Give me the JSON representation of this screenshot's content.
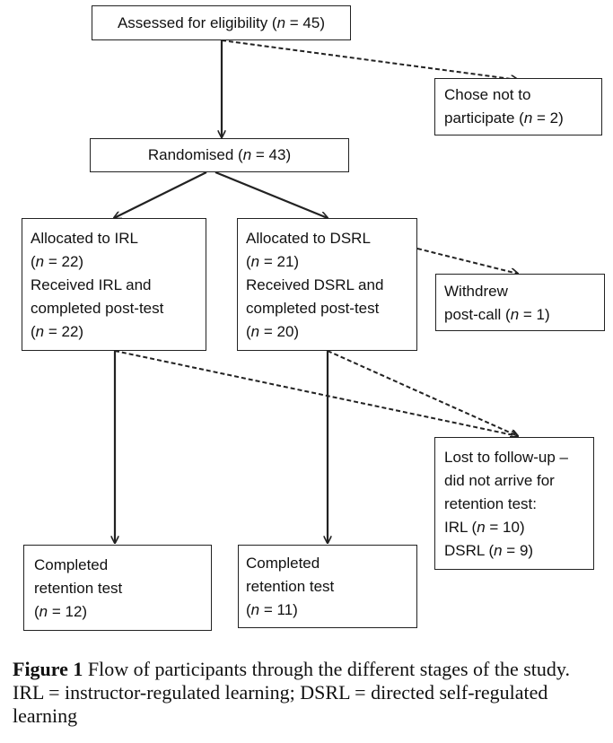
{
  "boxes": {
    "assessed": {
      "pre": "Assessed for eligibility (",
      "n": "n",
      "post": " = 45)"
    },
    "chose_not": {
      "line1": "Chose not to",
      "line2_pre": "participate (",
      "n": "n",
      "line2_post": " = 2)"
    },
    "randomised": {
      "pre": "Randomised (",
      "n": "n",
      "post": " = 43)"
    },
    "irl": {
      "line1": "Allocated to IRL",
      "line2_pre": "(",
      "line2_n": "n",
      "line2_post": " = 22)",
      "line3": "Received IRL and",
      "line4": "completed post-test",
      "line5_pre": "(",
      "line5_n": "n",
      "line5_post": " = 22)"
    },
    "dsrl": {
      "line1": "Allocated to DSRL",
      "line2_pre": "(",
      "line2_n": "n",
      "line2_post": " = 21)",
      "line3": "Received DSRL and",
      "line4": "completed post-test",
      "line5_pre": "(",
      "line5_n": "n",
      "line5_post": " = 20)"
    },
    "withdrew": {
      "line1": "Withdrew",
      "line2_pre": "post-call (",
      "n": "n",
      "line2_post": " = 1)"
    },
    "lost": {
      "line1": "Lost to follow-up –",
      "line2": "did not arrive for",
      "line3": "retention test:",
      "line4_pre": "IRL (",
      "line4_n": "n",
      "line4_post": " = 10)",
      "line5_pre": "DSRL (",
      "line5_n": "n",
      "line5_post": " = 9)"
    },
    "completed_irl": {
      "line1": "Completed",
      "line2": "retention test",
      "line3_pre": "(",
      "n": "n",
      "line3_post": " = 12)"
    },
    "completed_dsrl": {
      "line1": "Completed",
      "line2": "retention test",
      "line3_pre": "(",
      "n": "n",
      "line3_post": " = 11)"
    }
  },
  "caption": {
    "label": "Figure 1",
    "text": " Flow of participants through the different stages of the study. IRL = instructor-regulated learning; DSRL = directed self-regulated learning"
  }
}
